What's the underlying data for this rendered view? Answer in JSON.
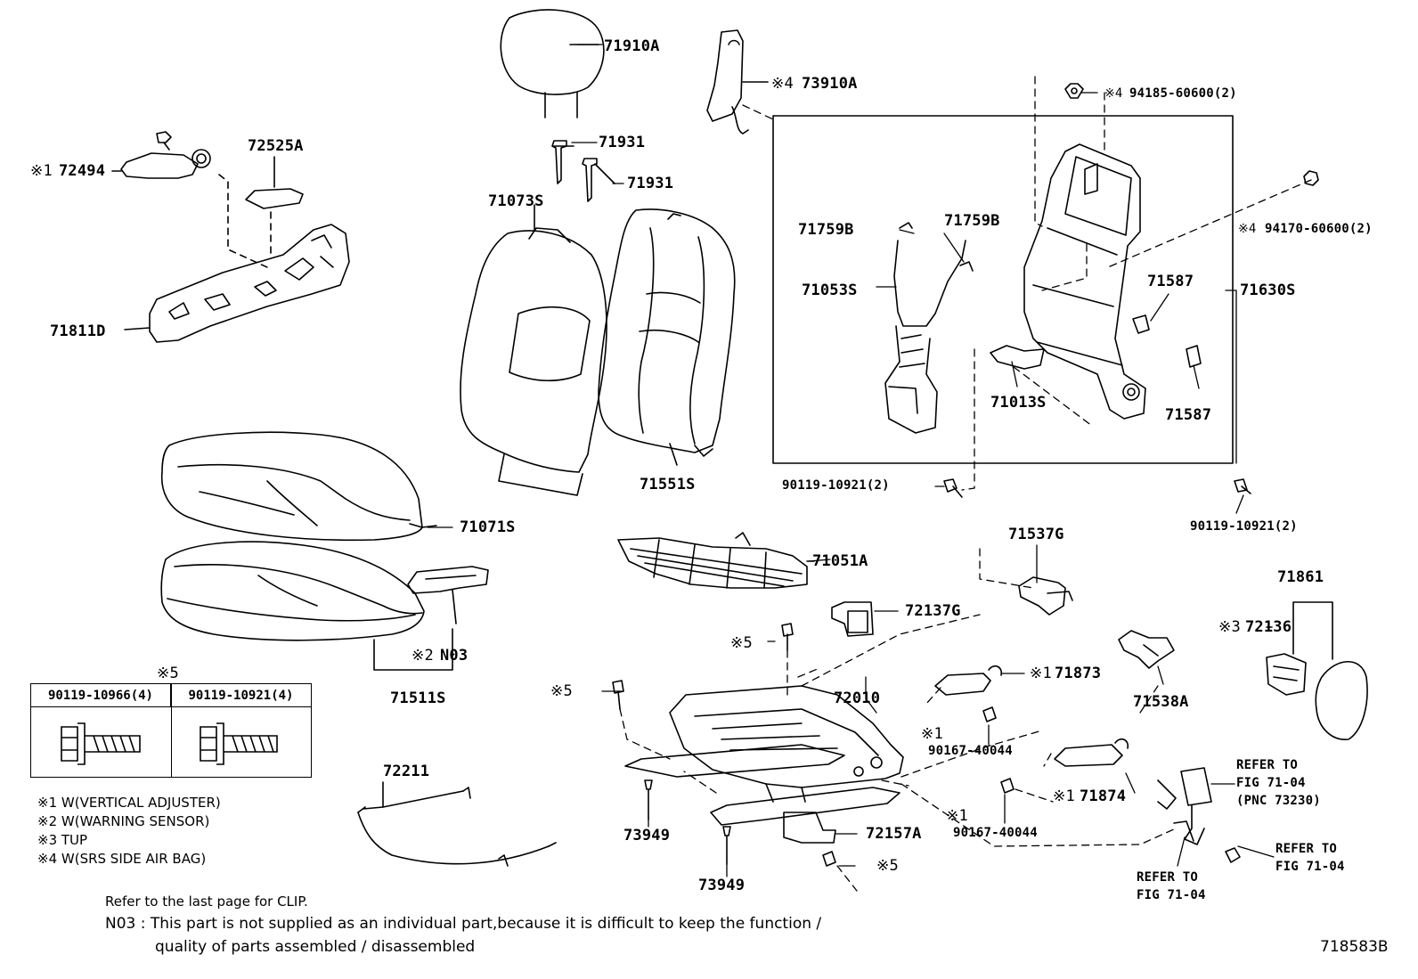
{
  "parts": {
    "p71910A": "71910A",
    "p73910A": "73910A",
    "p94185": "94185-60600(2)",
    "p71931a": "71931",
    "p71931b": "71931",
    "p72525A": "72525A",
    "p72494": "72494",
    "p71073S": "71073S",
    "p71759Ba": "71759B",
    "p71759Bb": "71759B",
    "p94170": "94170-60600(2)",
    "p71053S": "71053S",
    "p71587a": "71587",
    "p71630S": "71630S",
    "p71811D": "71811D",
    "p71013S": "71013S",
    "p71587b": "71587",
    "p71551S": "71551S",
    "p90119_10921a": "90119-10921(2)",
    "p90119_10921b": "90119-10921(2)",
    "p71071S": "71071S",
    "p71537G": "71537G",
    "p71051A": "71051A",
    "p71861": "71861",
    "p72137G": "72137G",
    "p72136": "72136",
    "pN03": "N03",
    "p71873": "71873",
    "p72010": "72010",
    "p71538A": "71538A",
    "p71511S": "71511S",
    "p90167a": "90167-40044",
    "p71874": "71874",
    "p72211": "72211",
    "p73949a": "73949",
    "p90167b": "90167-40044",
    "p72157A": "72157A",
    "p73949b": "73949"
  },
  "marks": {
    "m1a": "※1",
    "m1b": "※1",
    "m1c": "※1",
    "m1d": "※1",
    "m1e": "※1",
    "m2": "※2",
    "m3": "※3",
    "m4a": "※4",
    "m4b": "※4",
    "m4c": "※4",
    "m5a": "※5",
    "m5b": "※5",
    "m5c": "※5",
    "m5table": "※5"
  },
  "refer": {
    "r1_line1": "REFER TO",
    "r1_line2": "FIG 71-04",
    "r1_line3": "(PNC 73230)",
    "r2_line1": "REFER TO",
    "r2_line2": "FIG 71-04",
    "r3_line1": "REFER TO",
    "r3_line2": "FIG 71-04"
  },
  "bolt_table": {
    "col1": "90119-10966(4)",
    "col2": "90119-10921(4)"
  },
  "legend": {
    "l1": "※1 W(VERTICAL ADJUSTER)",
    "l2": "※2 W(WARNING SENSOR)",
    "l3": "※3 TUP",
    "l4": "※4 W(SRS SIDE AIR BAG)"
  },
  "footnotes": {
    "clip": "Refer to the last page for CLIP.",
    "n03_line1": "N03 : This part is not supplied as an individual part,because it is difficult to keep the function /",
    "n03_line2": "quality of parts assembled / disassembled"
  },
  "figure_id": "718583B"
}
